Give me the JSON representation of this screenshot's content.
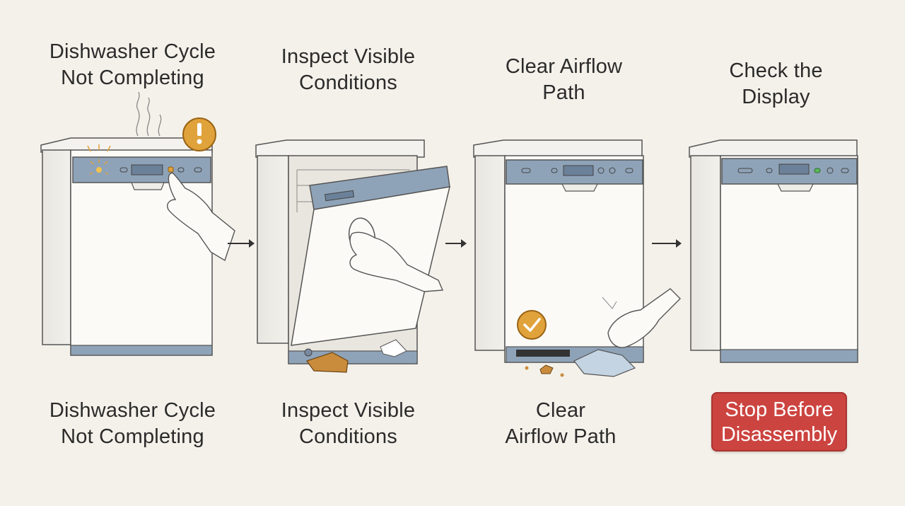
{
  "steps": [
    {
      "top_title": [
        "Dishwasher Cycle",
        "Not Completing"
      ],
      "bottom_title": [
        "Dishwasher Cycle",
        "Not Completing"
      ],
      "icon": "warning-icon"
    },
    {
      "top_title": [
        "Inspect Visible",
        "Conditions"
      ],
      "bottom_title": [
        "Inspect Visible",
        "Conditions"
      ],
      "icon": null
    },
    {
      "top_title": [
        "Clear Airflow",
        "Path"
      ],
      "bottom_title": [
        "Clear",
        "Airflow Path"
      ],
      "icon": "checkmark-icon"
    },
    {
      "top_title": [
        "Check the",
        "Display"
      ],
      "bottom_title": [
        "Stop Before",
        "Disassembly"
      ],
      "icon": null
    }
  ],
  "colors": {
    "background": "#f4f1ea",
    "panel_blue": "#8fa3b8",
    "warning_orange": "#e0a23a",
    "stop_red": "#cc4440",
    "status_green": "#5cb85c"
  }
}
